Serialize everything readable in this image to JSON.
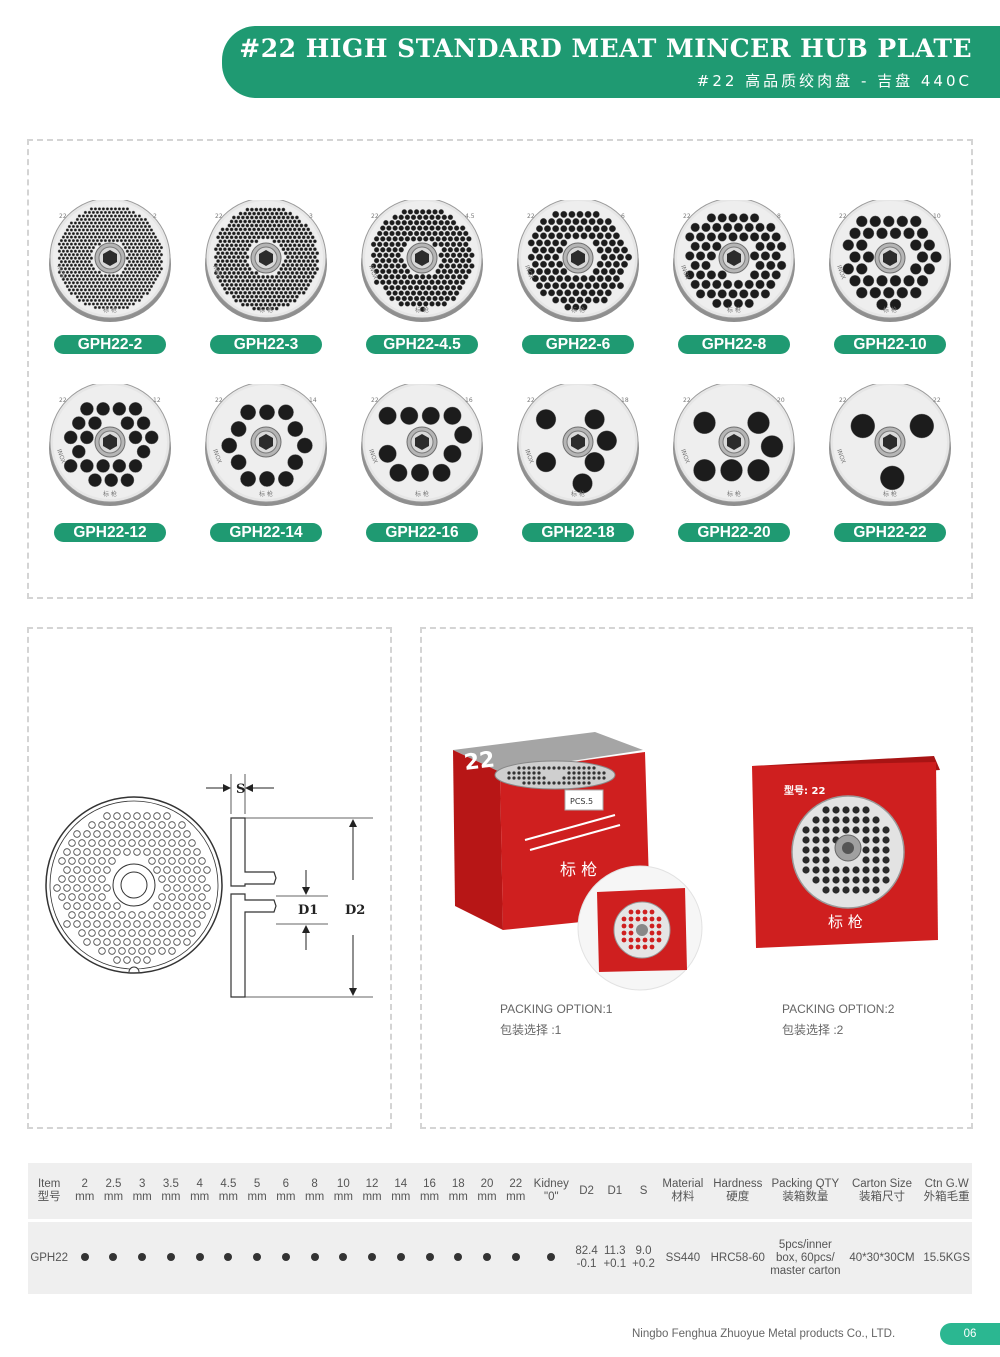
{
  "header": {
    "title": "#22 HIGH STANDARD MEAT MINCER HUB PLATE",
    "subtitle": "#22 高品质绞肉盘 - 吉盘 440C"
  },
  "plates": [
    {
      "label": "GPH22-2",
      "hole_mm": 2,
      "mark": "22"
    },
    {
      "label": "GPH22-3",
      "hole_mm": 3,
      "mark": "22"
    },
    {
      "label": "GPH22-4.5",
      "hole_mm": 4.5,
      "mark": "22"
    },
    {
      "label": "GPH22-6",
      "hole_mm": 6,
      "mark": "22"
    },
    {
      "label": "GPH22-8",
      "hole_mm": 8,
      "mark": "22"
    },
    {
      "label": "GPH22-10",
      "hole_mm": 10,
      "mark": "22"
    },
    {
      "label": "GPH22-12",
      "hole_mm": 12,
      "mark": "22"
    },
    {
      "label": "GPH22-14",
      "hole_mm": 14,
      "mark": "22"
    },
    {
      "label": "GPH22-16",
      "hole_mm": 16,
      "mark": "22"
    },
    {
      "label": "GPH22-18",
      "hole_mm": 18,
      "mark": "22"
    },
    {
      "label": "GPH22-20",
      "hole_mm": 20,
      "mark": "22"
    },
    {
      "label": "GPH22-22",
      "hole_mm": 22,
      "mark": "22"
    }
  ],
  "plate_engraving": {
    "brand": "INOX",
    "maker": "标 枪"
  },
  "drawing": {
    "s": "S",
    "d1": "D1",
    "d2": "D2"
  },
  "packing": [
    {
      "caption_en": "PACKING OPTION:1",
      "caption_cn": "包装选择 :1",
      "box_number": "22",
      "box_brand": "标 枪",
      "inner_label": "PCS.5"
    },
    {
      "caption_en": "PACKING OPTION:2",
      "caption_cn": "包装选择 :2",
      "box_model": "型号: 22",
      "box_brand": "标 枪"
    }
  ],
  "spec_table": {
    "columns": [
      {
        "top": "Item",
        "bottom": "型号"
      },
      {
        "top": "2",
        "bottom": "mm"
      },
      {
        "top": "2.5",
        "bottom": "mm"
      },
      {
        "top": "3",
        "bottom": "mm"
      },
      {
        "top": "3.5",
        "bottom": "mm"
      },
      {
        "top": "4",
        "bottom": "mm"
      },
      {
        "top": "4.5",
        "bottom": "mm"
      },
      {
        "top": "5",
        "bottom": "mm"
      },
      {
        "top": "6",
        "bottom": "mm"
      },
      {
        "top": "8",
        "bottom": "mm"
      },
      {
        "top": "10",
        "bottom": "mm"
      },
      {
        "top": "12",
        "bottom": "mm"
      },
      {
        "top": "14",
        "bottom": "mm"
      },
      {
        "top": "16",
        "bottom": "mm"
      },
      {
        "top": "18",
        "bottom": "mm"
      },
      {
        "top": "20",
        "bottom": "mm"
      },
      {
        "top": "22",
        "bottom": "mm"
      },
      {
        "top": "Kidney",
        "bottom": "\"0\""
      },
      {
        "top": "D2",
        "bottom": ""
      },
      {
        "top": "D1",
        "bottom": ""
      },
      {
        "top": "S",
        "bottom": ""
      },
      {
        "top": "Material",
        "bottom": "材料"
      },
      {
        "top": "Hardness",
        "bottom": "硬度"
      },
      {
        "top": "Packing QTY",
        "bottom": "装箱数量"
      },
      {
        "top": "Carton Size",
        "bottom": "装箱尺寸"
      },
      {
        "top": "Ctn G.W",
        "bottom": "外箱毛重"
      }
    ],
    "row": {
      "item": "GPH22",
      "available": [
        true,
        true,
        true,
        true,
        true,
        true,
        true,
        true,
        true,
        true,
        true,
        true,
        true,
        true,
        true,
        true,
        true
      ],
      "d2": "82.4 -0.1",
      "d1": "11.3 +0.1",
      "s": "9.0 +0.2",
      "material": "SS440",
      "hardness": "HRC58-60",
      "packing_qty": "5pcs/inner box, 60pcs/ master carton",
      "carton_size": "40*30*30CM",
      "gross_weight": "15.5KGS"
    }
  },
  "footer": {
    "company": "Ningbo Fenghua Zhuoyue Metal products Co., LTD.",
    "page": "06"
  },
  "colors": {
    "brand_green": "#1f9a72",
    "box_red": "#cf1f1f",
    "dashed_border": "#d4d4d4"
  }
}
